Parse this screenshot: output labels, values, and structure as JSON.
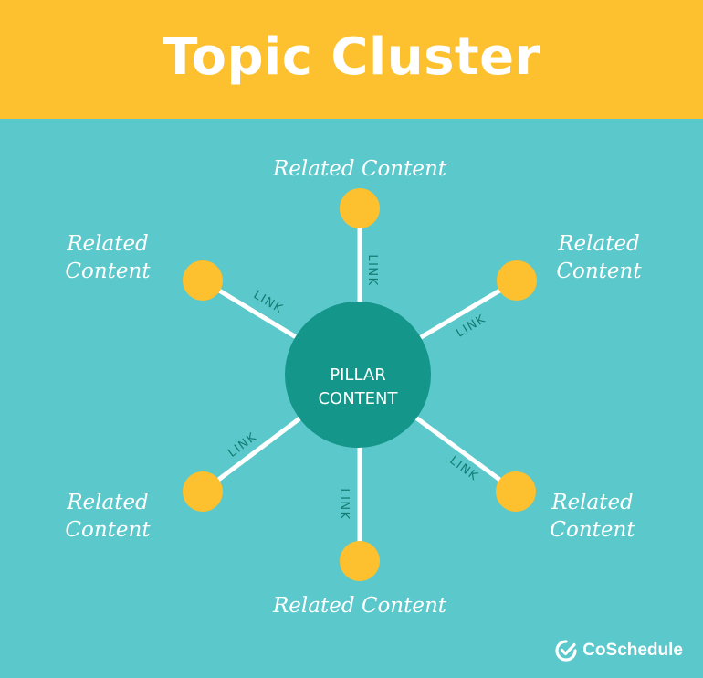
{
  "header": {
    "title": "Topic Cluster"
  },
  "diagram": {
    "pillar": {
      "line1": "PILLAR",
      "line2": "CONTENT"
    },
    "link_label": "LINK",
    "nodes": [
      {
        "id": "top",
        "lines": [
          "Related Content"
        ]
      },
      {
        "id": "top-left",
        "lines": [
          "Related",
          "Content"
        ]
      },
      {
        "id": "top-right",
        "lines": [
          "Related",
          "Content"
        ]
      },
      {
        "id": "bottom-left",
        "lines": [
          "Related",
          "Content"
        ]
      },
      {
        "id": "bottom-right",
        "lines": [
          "Related",
          "Content"
        ]
      },
      {
        "id": "bottom",
        "lines": [
          "Related Content"
        ]
      }
    ],
    "colors": {
      "header": "#fdc02f",
      "background": "#5bc8cb",
      "pillar": "#14968a",
      "node": "#fdc02f",
      "link_text": "#147c73"
    }
  },
  "branding": {
    "name": "CoSchedule",
    "icon": "checkmark-logo-icon"
  }
}
